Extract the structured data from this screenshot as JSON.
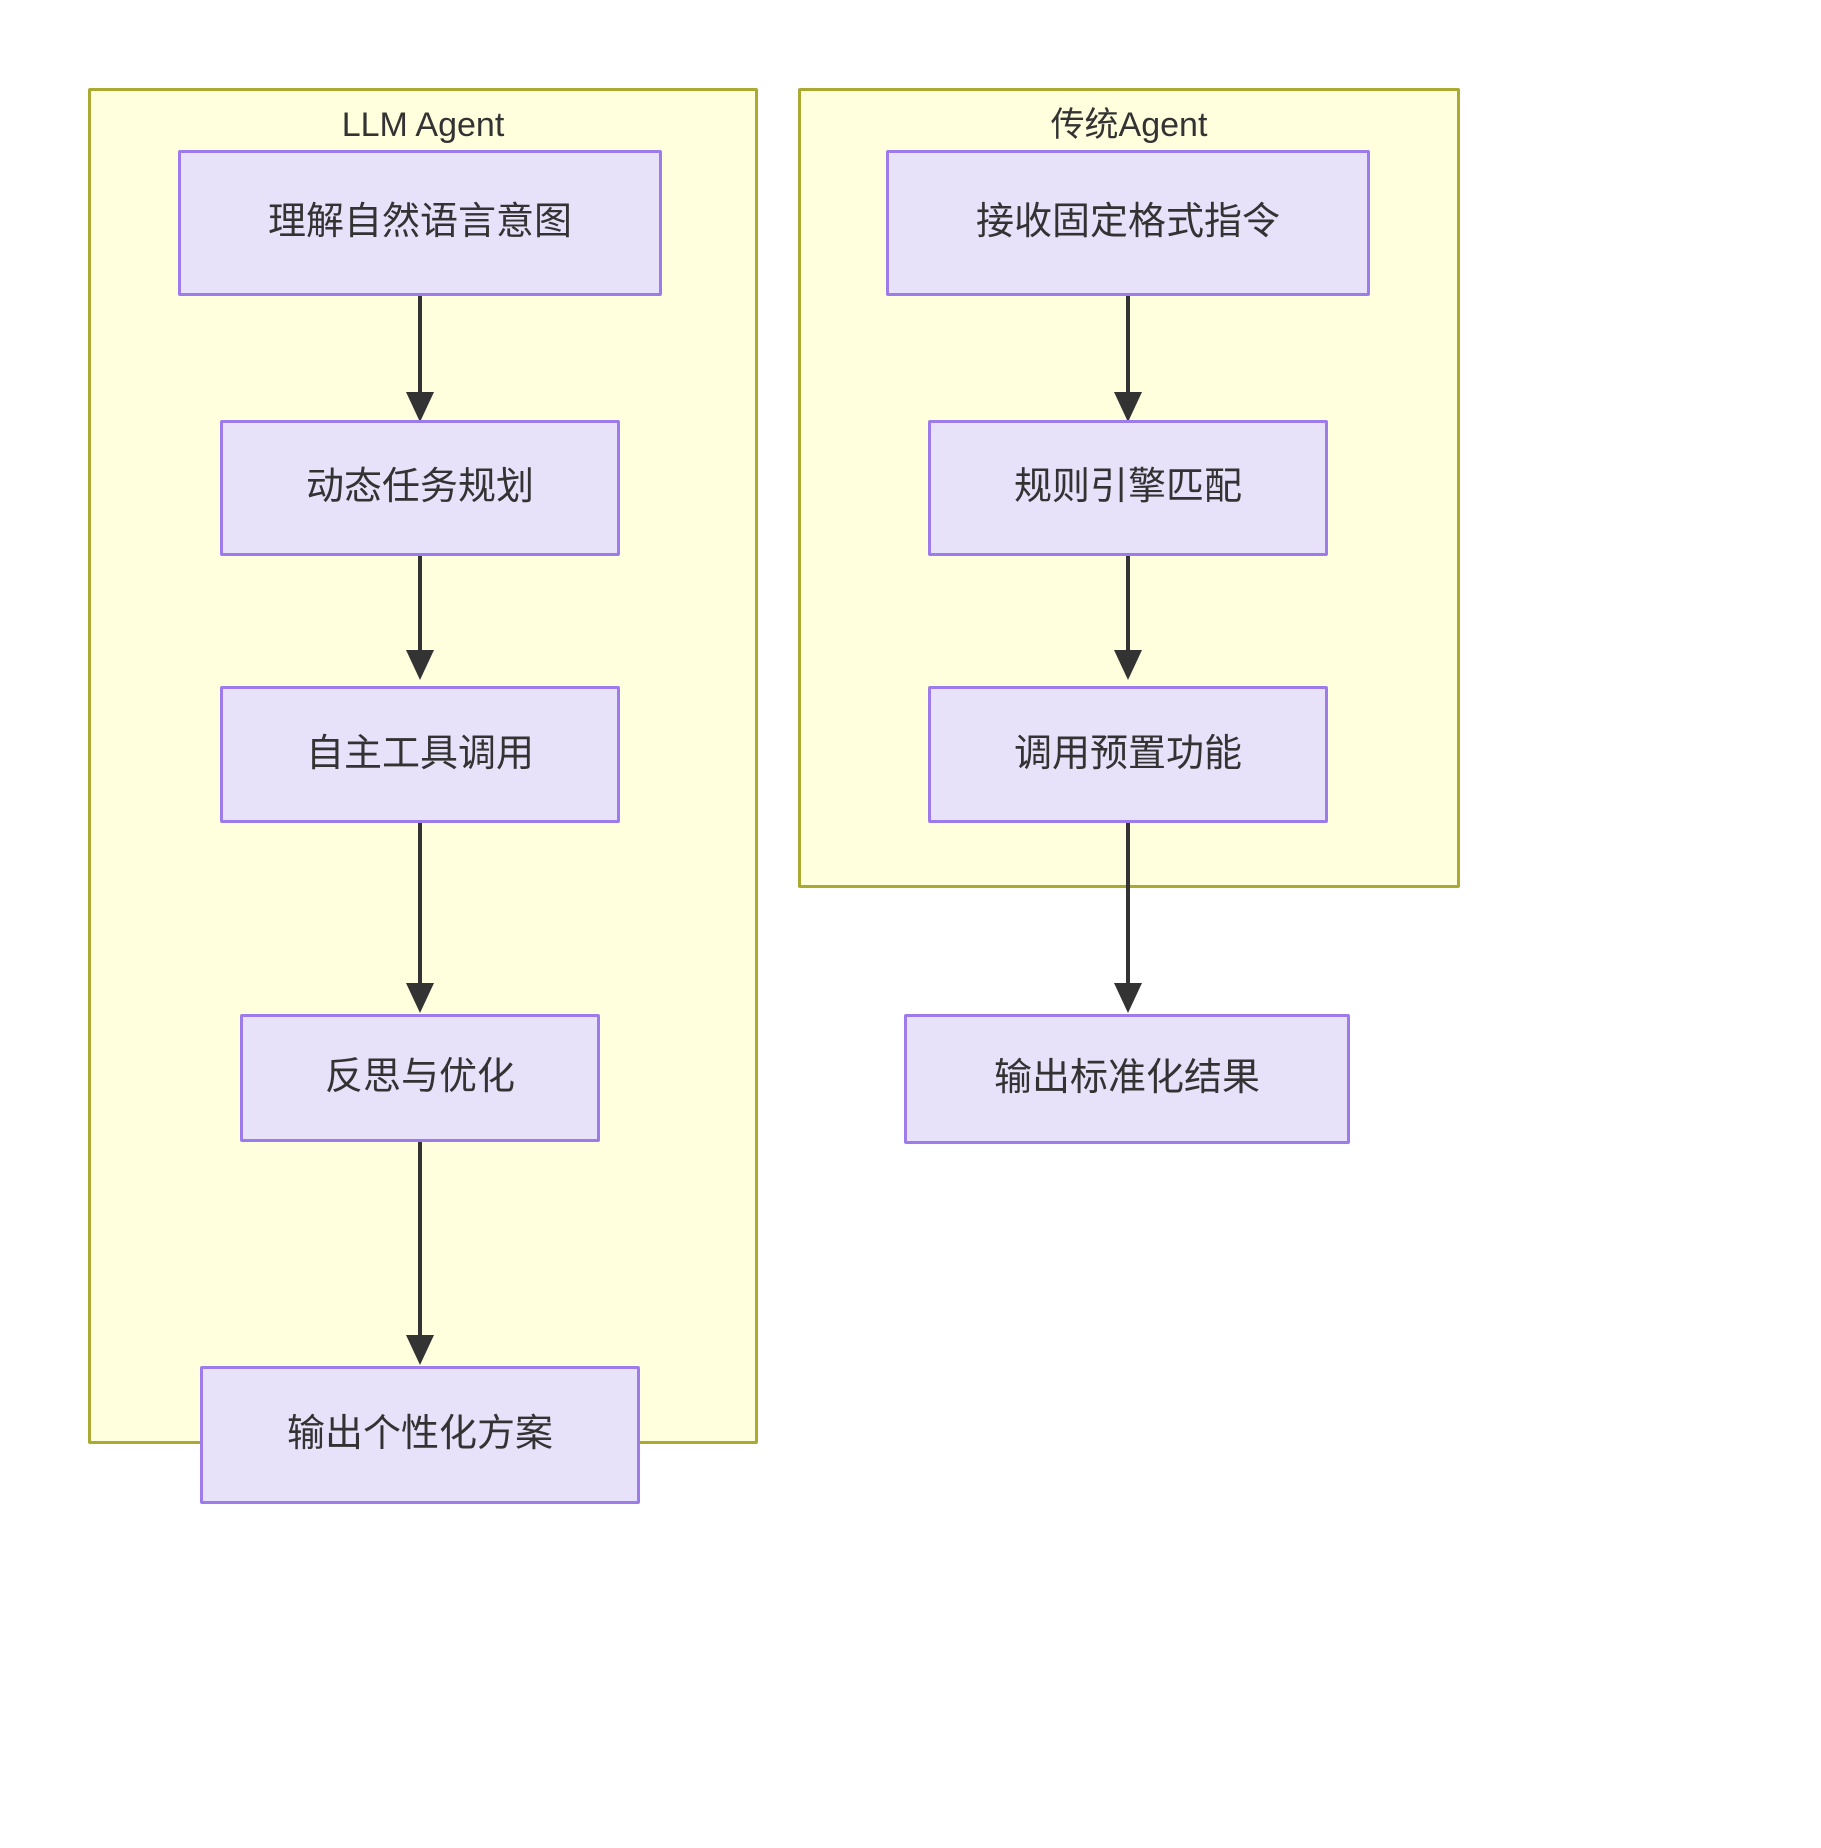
{
  "diagram": {
    "type": "flowchart",
    "direction": "top-down",
    "background": "#ffffff",
    "colors": {
      "subgraph_fill": "#ffffde",
      "subgraph_border": "#aaaa33",
      "node_fill": "#e8e1fa",
      "node_border": "#9d7bea",
      "edge": "#333333",
      "text": "#333333"
    },
    "subgraphs": [
      {
        "id": "llm-agent",
        "title": "LLM Agent",
        "nodes": [
          {
            "id": "llm-n1",
            "label": "理解自然语言意图"
          },
          {
            "id": "llm-n2",
            "label": "动态任务规划"
          },
          {
            "id": "llm-n3",
            "label": "自主工具调用"
          },
          {
            "id": "llm-n4",
            "label": "反思与优化"
          }
        ]
      },
      {
        "id": "traditional-agent",
        "title": "传统Agent",
        "nodes": [
          {
            "id": "trad-n1",
            "label": "接收固定格式指令"
          },
          {
            "id": "trad-n2",
            "label": "规则引擎匹配"
          },
          {
            "id": "trad-n3",
            "label": "调用预置功能"
          }
        ]
      }
    ],
    "outside_nodes": [
      {
        "id": "llm-out",
        "label": "输出个性化方案"
      },
      {
        "id": "trad-out",
        "label": "输出标准化结果"
      }
    ],
    "edges": [
      {
        "from": "llm-n1",
        "to": "llm-n2",
        "label": ""
      },
      {
        "from": "llm-n2",
        "to": "llm-n3",
        "label": ""
      },
      {
        "from": "llm-n3",
        "to": "llm-n4",
        "label": ""
      },
      {
        "from": "llm-n4",
        "to": "llm-out",
        "label": ""
      },
      {
        "from": "trad-n1",
        "to": "trad-n2",
        "label": ""
      },
      {
        "from": "trad-n2",
        "to": "trad-n3",
        "label": ""
      },
      {
        "from": "trad-n3",
        "to": "trad-out",
        "label": ""
      }
    ]
  }
}
